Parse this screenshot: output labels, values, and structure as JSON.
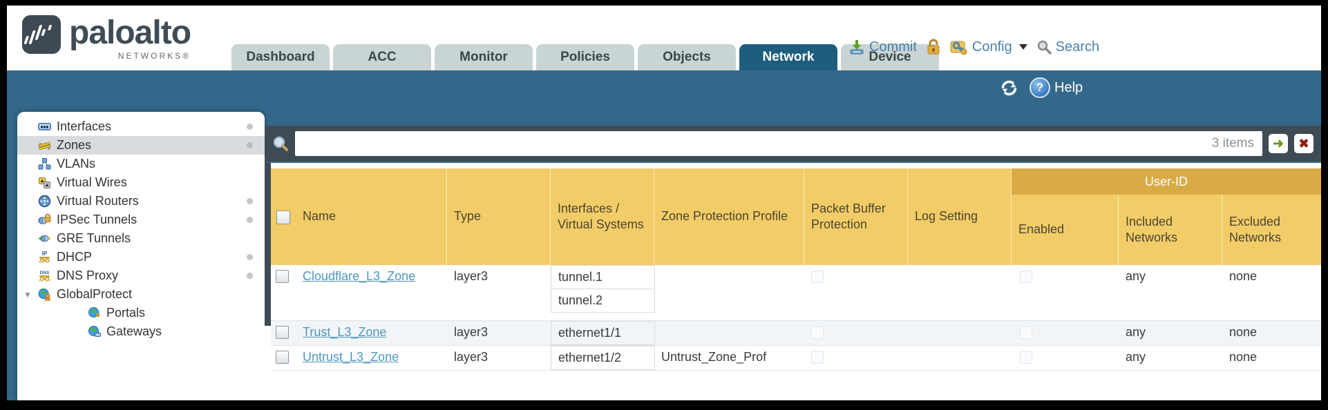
{
  "logo": {
    "brand": "paloalto",
    "subbrand": "NETWORKS®"
  },
  "tabs": [
    {
      "label": "Dashboard",
      "active": false
    },
    {
      "label": "ACC",
      "active": false
    },
    {
      "label": "Monitor",
      "active": false
    },
    {
      "label": "Policies",
      "active": false
    },
    {
      "label": "Objects",
      "active": false
    },
    {
      "label": "Network",
      "active": true
    },
    {
      "label": "Device",
      "active": false
    }
  ],
  "utilities": {
    "commit": "Commit",
    "config": "Config",
    "search": "Search"
  },
  "band": {
    "help": "Help"
  },
  "sidebar": {
    "items": [
      {
        "label": "Interfaces",
        "dot": true,
        "selected": false
      },
      {
        "label": "Zones",
        "dot": true,
        "selected": true
      },
      {
        "label": "VLANs",
        "dot": false,
        "selected": false
      },
      {
        "label": "Virtual Wires",
        "dot": false,
        "selected": false
      },
      {
        "label": "Virtual Routers",
        "dot": true,
        "selected": false
      },
      {
        "label": "IPSec Tunnels",
        "dot": true,
        "selected": false
      },
      {
        "label": "GRE Tunnels",
        "dot": false,
        "selected": false
      },
      {
        "label": "DHCP",
        "dot": true,
        "selected": false
      },
      {
        "label": "DNS Proxy",
        "dot": true,
        "selected": false
      },
      {
        "label": "GlobalProtect",
        "dot": false,
        "selected": false,
        "expanded": true
      },
      {
        "label": "Portals",
        "dot": false,
        "selected": false,
        "child": true
      },
      {
        "label": "Gateways",
        "dot": false,
        "selected": false,
        "child": true
      }
    ]
  },
  "filter": {
    "count": "3 items",
    "query": ""
  },
  "table": {
    "group_header": "User-ID",
    "columns": [
      "Name",
      "Type",
      "Interfaces / Virtual Systems",
      "Zone Protection Profile",
      "Packet Buffer Protection",
      "Log Setting",
      "Enabled",
      "Included Networks",
      "Excluded Networks"
    ],
    "rows": [
      {
        "name": "Cloudflare_L3_Zone",
        "type": "layer3",
        "interfaces": [
          "tunnel.1",
          "tunnel.2"
        ],
        "zone_protection_profile": "",
        "log_setting": "",
        "included_networks": "any",
        "excluded_networks": "none"
      },
      {
        "name": "Trust_L3_Zone",
        "type": "layer3",
        "interfaces": [
          "ethernet1/1"
        ],
        "zone_protection_profile": "",
        "log_setting": "",
        "included_networks": "any",
        "excluded_networks": "none"
      },
      {
        "name": "Untrust_L3_Zone",
        "type": "layer3",
        "interfaces": [
          "ethernet1/2"
        ],
        "zone_protection_profile": "Untrust_Zone_Prof",
        "log_setting": "",
        "included_networks": "any",
        "excluded_networks": "none"
      }
    ]
  },
  "colors": {
    "band": "#33688a",
    "active_tab": "#1f5d7e",
    "filter_bar": "#3e4b55",
    "table_header": "#f2cc66",
    "user_id_band": "#d9ab45",
    "link": "#4e97bd"
  }
}
